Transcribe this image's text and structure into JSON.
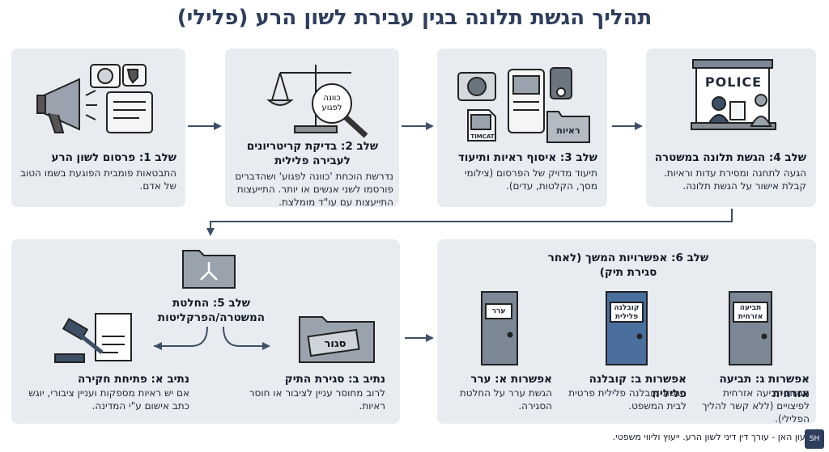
{
  "title": "תהליך הגשת תלונה בגין עבירת לשון הרע (פלילי)",
  "steps": {
    "s1": {
      "title": "שלב 1: פרסום לשון הרע",
      "desc": "התבטאות פומבית הפוגעת בשמו הטוב של אדם."
    },
    "s2": {
      "title": "שלב 2: בדיקת קריטריונים לעבירה פלילית",
      "desc": "נדרשת הוכחת 'כוונה לפגוע' ושהדברים פורסמו לשני אנשים או יותר. התייעצות התייעצות עם עו\"ד מומלצת.",
      "icon_text": "כוונה לפגוע"
    },
    "s3": {
      "title": "שלב 3: איסוף ראיות ותיעוד",
      "desc": "תיעוד מדויק של הפרסום (צילומי מסך, הקלטות, עדים).",
      "folder_label": "ראיות",
      "doc_label": "TIMCAT"
    },
    "s4": {
      "title": "שלב 4: הגשת תלונה במשטרה",
      "desc": "הגעה לתחנה ומסירת עדות וראיות. קבלת אישור על הגשת תלונה.",
      "sign": "POLICE"
    },
    "s5": {
      "title": "שלב 5: החלטת המשטרה/הפרקליטות"
    },
    "path_a": {
      "title": "נתיב א: פתיחת חקירה",
      "desc": "אם יש ראיות מספקות ועניין ציבורי, יוגש כתב אישום ע\"י המדינה."
    },
    "path_b": {
      "title": "נתיב ב: סגירת התיק",
      "desc": "לרוב מחוסר עניין לציבור או חוסר ראיות.",
      "stamp": "סגור"
    },
    "s6": {
      "title": "שלב 6: אפשרויות המשך (לאחר סגירת תיק)"
    },
    "opt_a": {
      "title": "אפשרות א: ערר",
      "desc": "הגשת ערר על החלטת הסגירה.",
      "door": "ערר"
    },
    "opt_b": {
      "title": "אפשרות ב: קובלנה פלילית",
      "desc": "הגשת קובלנה פלילית פרטית לבית המשפט.",
      "door": "קובלנה פלילית"
    },
    "opt_c": {
      "title": "אפשרות ג: תביעה אזרחית",
      "desc": "הגשת תביעה אזרחית לפיצויים (ללא קשר להליך הפלילי).",
      "door": "תביעה אזרחית"
    }
  },
  "footer": "שמעון האן - עורך דין דיני לשון הרע. ייעוץ וליווי משפטי.",
  "logo_text": "SH",
  "colors": {
    "title": "#2f3e5c",
    "box": "#e8ebef",
    "arrow": "#3d4f66",
    "door_gray": "#7d8896",
    "door_blue": "#4a6f9e"
  }
}
